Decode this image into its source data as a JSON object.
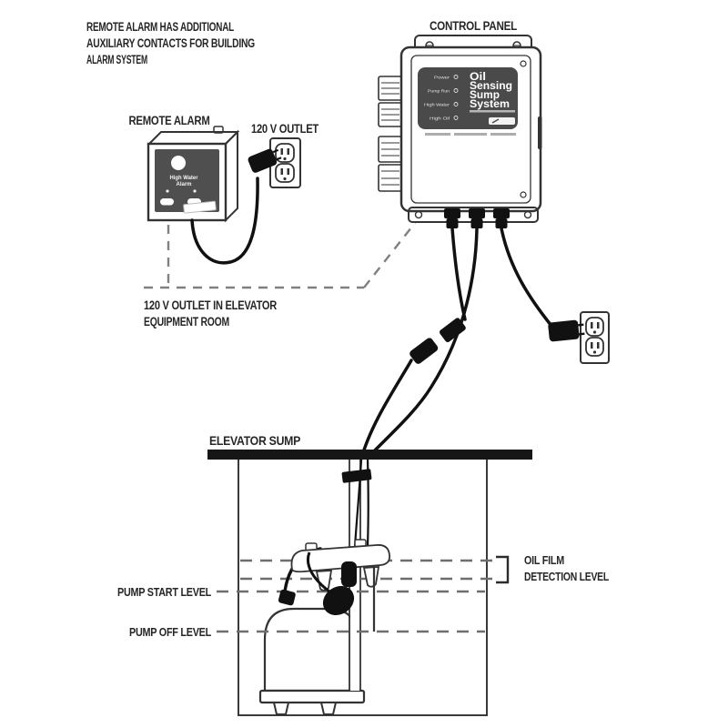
{
  "note_topleft": {
    "line1": "REMOTE ALARM HAS ADDITIONAL",
    "line2": "AUXILIARY CONTACTS FOR BUILDING",
    "line3": "ALARM SYSTEM"
  },
  "labels": {
    "control_panel": "CONTROL PANEL",
    "remote_alarm": "REMOTE ALARM",
    "outlet_top": "120 V OUTLET",
    "outlet_room_line1": "120 V OUTLET IN ELEVATOR",
    "outlet_room_line2": "EQUIPMENT ROOM",
    "elevator_sump": "ELEVATOR SUMP",
    "oil_film_line1": "OIL FILM",
    "oil_film_line2": "DETECTION LEVEL",
    "pump_start_level": "PUMP START LEVEL",
    "pump_off_level": "PUMP OFF LEVEL"
  },
  "control_panel": {
    "title_line1": "Oil",
    "title_line2": "Sensing",
    "title_line3": "Sump",
    "title_line4": "System",
    "indicator1": "Power",
    "indicator2": "Pump Run",
    "indicator3": "High Water",
    "indicator4": "High Oil"
  },
  "remote_alarm": {
    "panel_line1": "High Water",
    "panel_line2": "Alarm"
  },
  "icons": {
    "duplex_outlet": "duplex-outlet-icon",
    "power_plug": "power-plug-icon",
    "float_switch": "float-switch-icon",
    "inline_connector": "inline-cord-connector-icon"
  },
  "colors": {
    "line": "#333333",
    "panel_label_bg": "#4a4a4a",
    "alarm_panel_bg": "#4f4f4f",
    "cord": "#111111",
    "dashed_level": "#6e6e6e",
    "dashed_pointer": "#808080"
  }
}
